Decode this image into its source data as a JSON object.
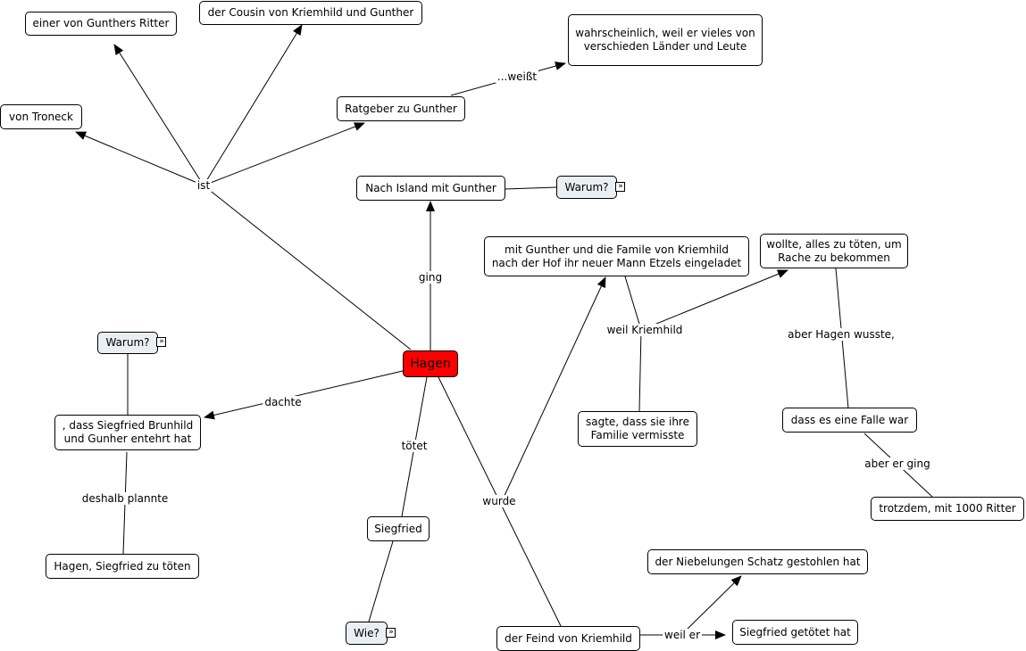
{
  "map": {
    "root": "Hagen",
    "concepts": {
      "gunthers_ritter": "einer von Gunthers Ritter",
      "cousin": "der Cousin von Kriemhild und Gunther",
      "troneck": "von Troneck",
      "ratgeber": "Ratgeber zu Gunther",
      "wahrscheinlich": "wahrscheinlich, weil er vieles von verschieden Länder und Leute",
      "island": "Nach Island mit Gunther",
      "warum_island": "Warum?",
      "mit_gunther": "mit Gunther und die Famile von Kriemhild nach der Hof ihr neuer Mann Etzels eingeladet",
      "wollte": "wollte, alles zu töten, um Rache zu bekommen",
      "warum_left": "Warum?",
      "siegfried_brunhild": ", dass Siegfried Brunhild und Gunher entehrt hat",
      "hagen_toeten": "Hagen, Siegfried zu töten",
      "sagte": "sagte, dass sie ihre Familie vermisste",
      "falle": "dass es eine Falle war",
      "trotzdem": "trotzdem, mit 1000 Ritter",
      "siegfried": "Siegfried",
      "wie": "Wie?",
      "schatz": "der Niebelungen Schatz gestohlen hat",
      "feind": "der Feind von Kriemhild",
      "getoetet": "Siegfried getötet hat"
    },
    "links": {
      "ist": "ist",
      "weiss": "...weißt",
      "ging": "ging",
      "weil_kriemhild": "weil Kriemhild",
      "aber_hagen": "aber Hagen wusste,",
      "aber_er_ging": "aber er ging",
      "dachte": "dachte",
      "deshalb": "deshalb plannte",
      "toetet": "tötet",
      "wurde": "wurde",
      "weil_er": "weil er"
    },
    "colors": {
      "root_fill": "#ff0000",
      "question_fill": "#e9eff2",
      "node_fill": "#ffffff",
      "line": "#000000"
    },
    "icons": [
      "expand-arrows-icon"
    ]
  }
}
